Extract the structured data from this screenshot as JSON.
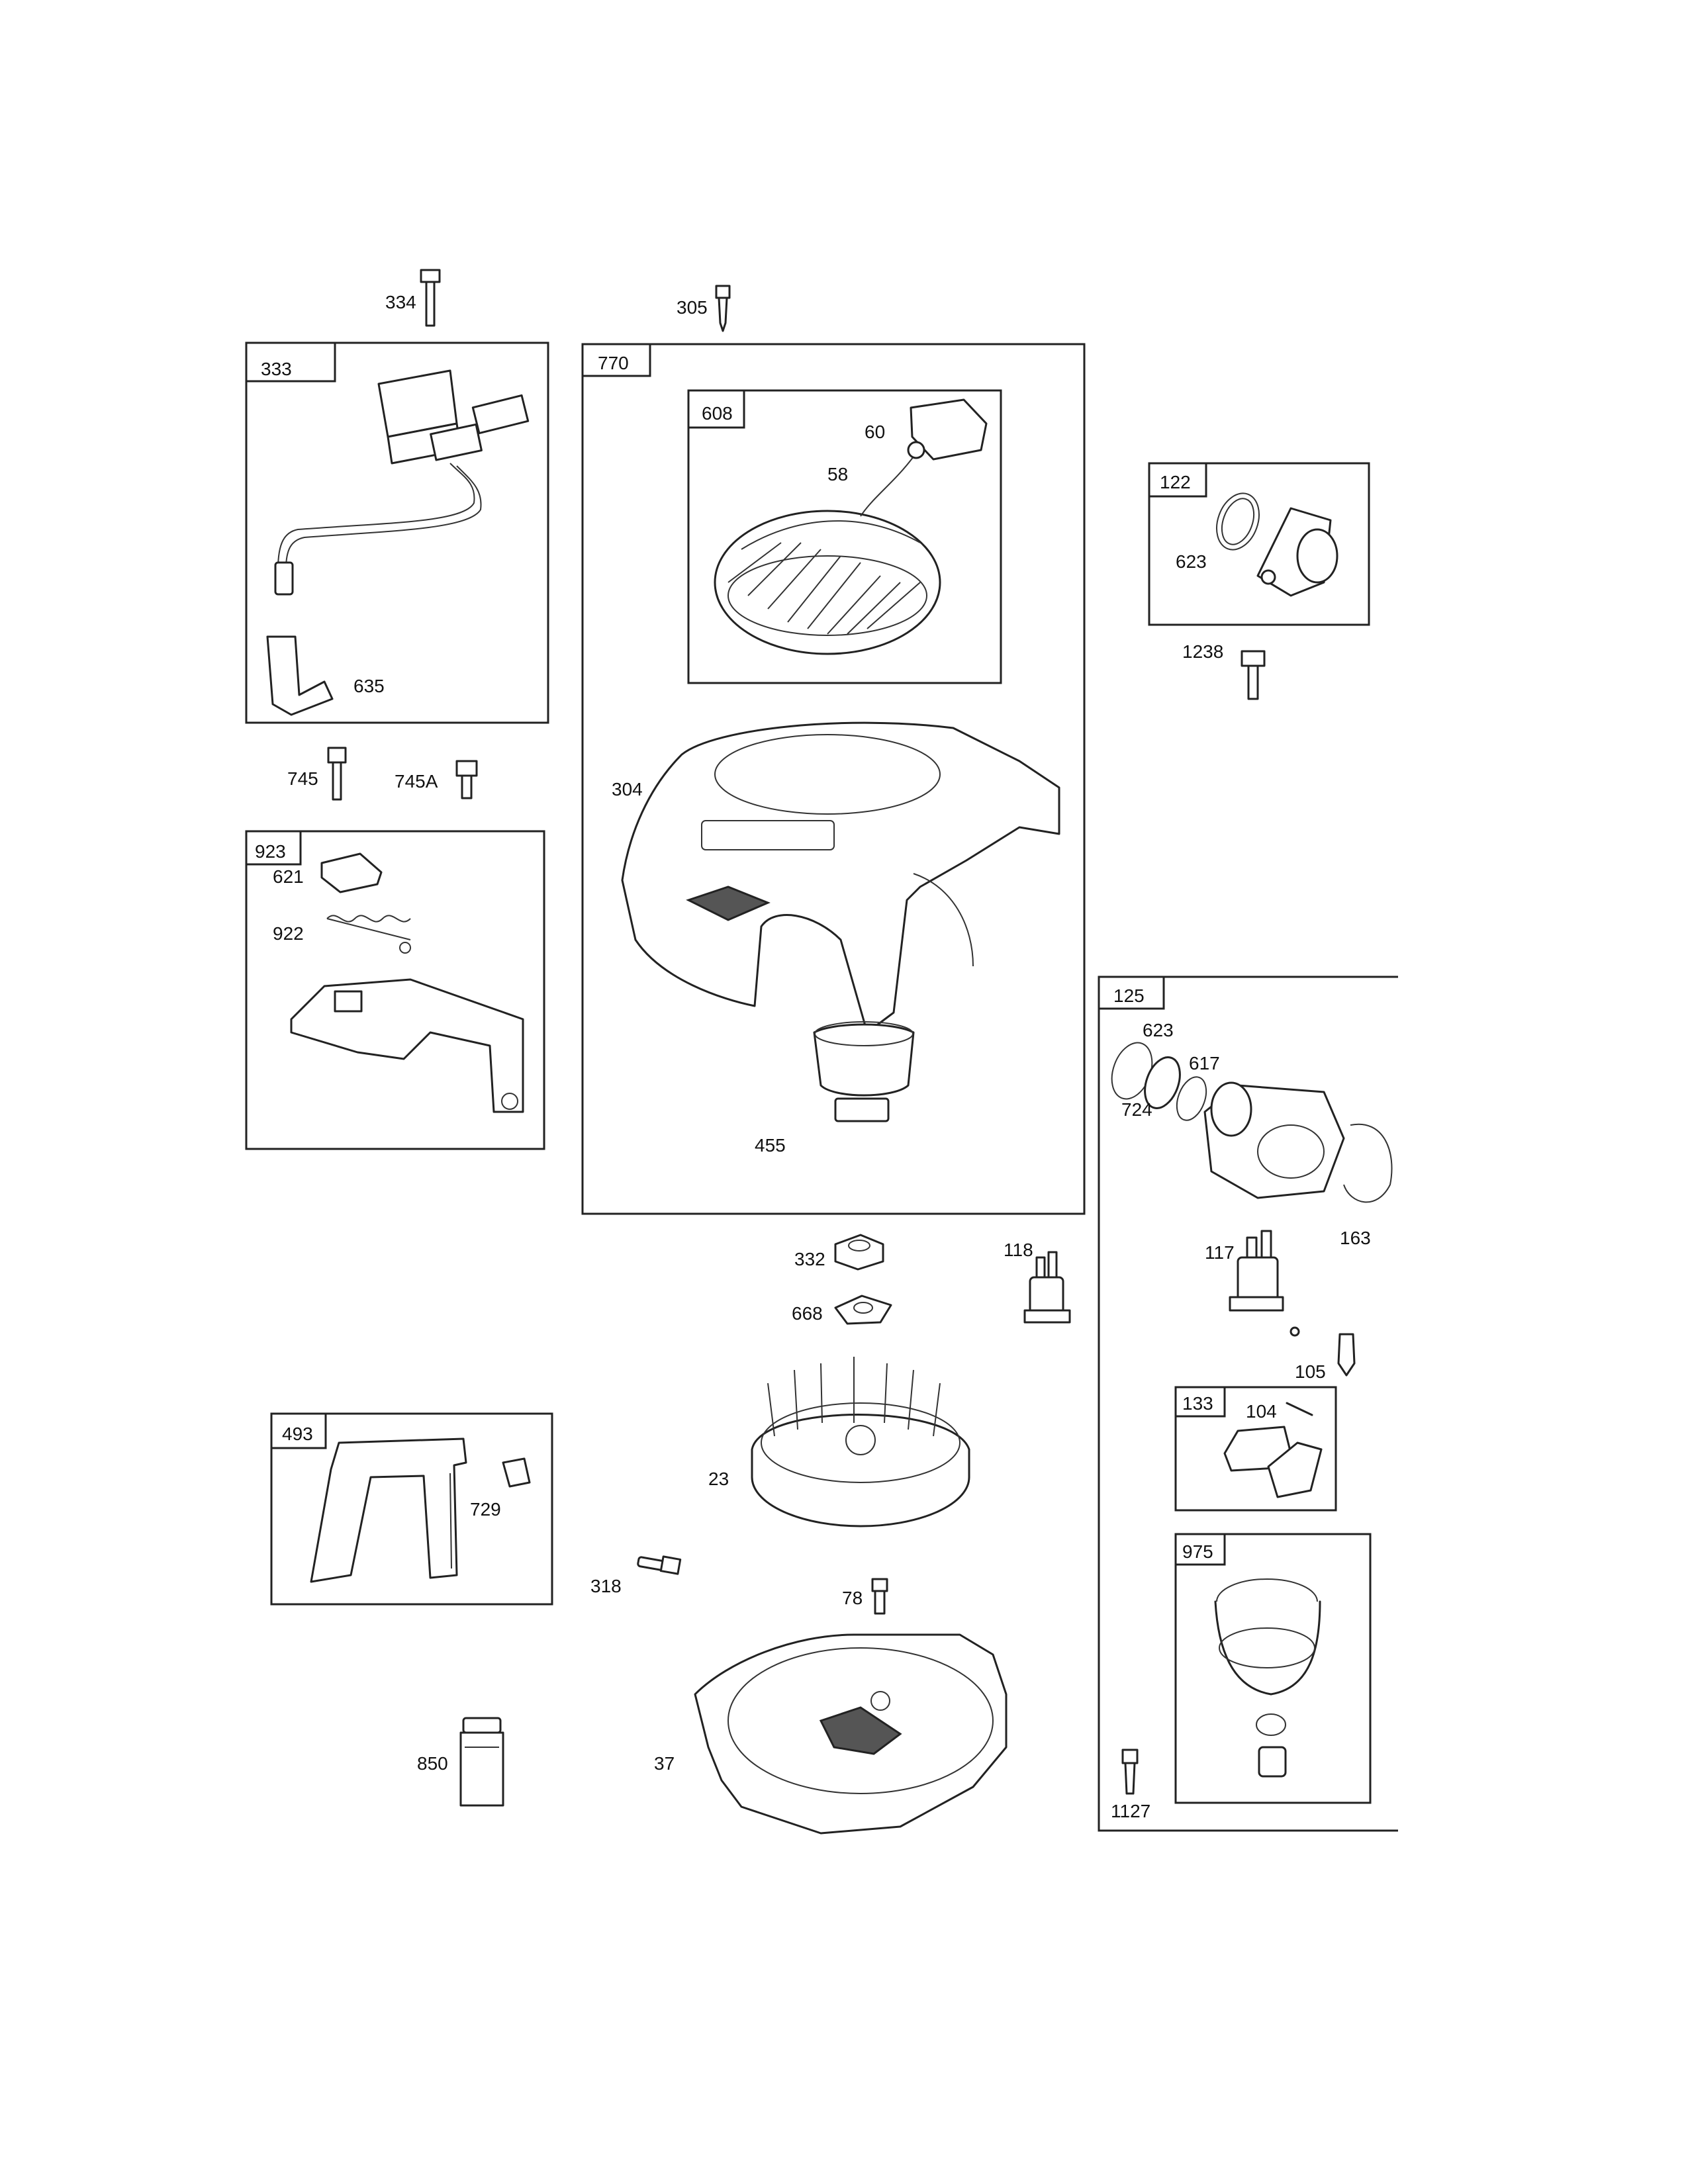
{
  "callouts": {
    "c334": "334",
    "c305": "305",
    "c333": "333",
    "c635": "635",
    "c770": "770",
    "c608": "608",
    "c60": "60",
    "c58": "58",
    "c304": "304",
    "c455": "455",
    "c122": "122",
    "c623a": "623",
    "c1238": "1238",
    "c745": "745",
    "c745a": "745A",
    "c923": "923",
    "c621": "621",
    "c922": "922",
    "c125": "125",
    "c623b": "623",
    "c617": "617",
    "c724": "724",
    "c163": "163",
    "c332": "332",
    "c668": "668",
    "c118": "118",
    "c117": "117",
    "c105": "105",
    "c133": "133",
    "c104": "104",
    "c493": "493",
    "c729": "729",
    "c23": "23",
    "c318": "318",
    "c78": "78",
    "c975": "975",
    "c850": "850",
    "c37": "37",
    "c1127": "1127"
  }
}
